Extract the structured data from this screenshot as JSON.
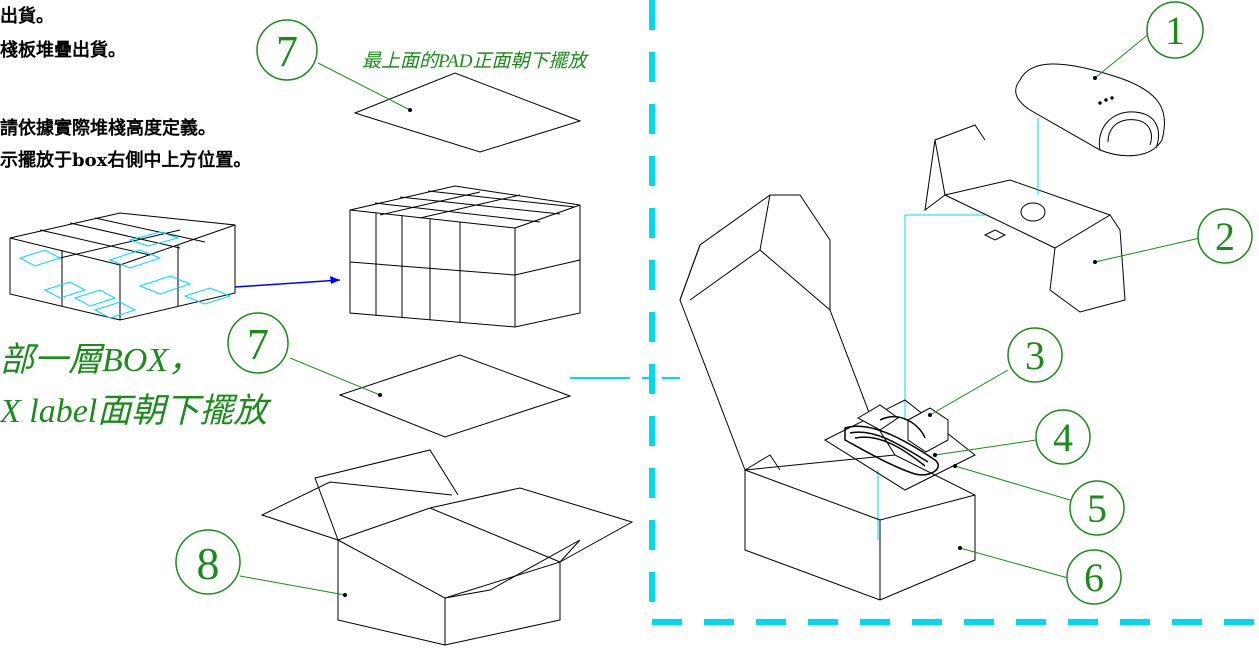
{
  "notes_left": [
    "出貨。",
    "棧板堆疊出貨。",
    "請依據實際堆棧高度定義。",
    "示擺放于box右側中上方位置。"
  ],
  "green_notes": {
    "top_pad": "最上面的PAD正面朝下擺放",
    "bottom_layer_line1": "部一層BOX，",
    "bottom_layer_line2": "X label面朝下擺放"
  },
  "callouts": {
    "c1": "1",
    "c2": "2",
    "c3": "3",
    "c4": "4",
    "c5": "5",
    "c6": "6",
    "c7a": "7",
    "c7b": "7",
    "c8": "8"
  },
  "colors": {
    "green": "#1c8a1c",
    "cyan": "#00d8f0",
    "blue": "#0000ff",
    "line": "#000000"
  }
}
